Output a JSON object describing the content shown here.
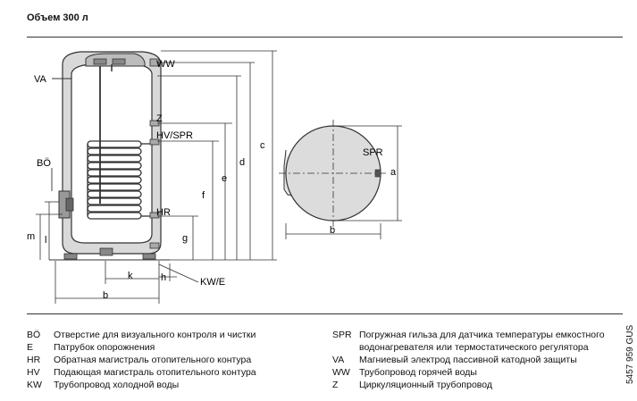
{
  "title": "Объем 300 л",
  "diagram_labels": {
    "va": "VA",
    "ww": "WW",
    "z": "Z",
    "hv_spr": "HV/SPR",
    "bo": "BÖ",
    "hr": "HR",
    "kw_e": "KW/E",
    "spr": "SPR",
    "dim_a": "a",
    "dim_b_side": "b",
    "dim_b_top": "b",
    "dim_c": "c",
    "dim_d": "d",
    "dim_e": "e",
    "dim_f": "f",
    "dim_g": "g",
    "dim_h": "h",
    "dim_k": "k",
    "dim_l": "l",
    "dim_m": "m"
  },
  "legend_left": [
    {
      "code": "BÖ",
      "desc": "Отверстие для визуального контроля и чистки"
    },
    {
      "code": "E",
      "desc": "Патрубок опорожнения"
    },
    {
      "code": "HR",
      "desc": "Обратная магистраль отопительного контура"
    },
    {
      "code": "HV",
      "desc": "Подающая магистраль отопительного контура"
    },
    {
      "code": "KW",
      "desc": "Трубопровод холодной воды"
    }
  ],
  "legend_right": [
    {
      "code": "SPR",
      "desc": "Погружная гильза для датчика температуры емкостного"
    },
    {
      "code": "",
      "desc": "водонагревателя или термостатического регулятора"
    },
    {
      "code": "VA",
      "desc": "Магниевый электрод пассивной катодной защиты"
    },
    {
      "code": "WW",
      "desc": "Трубопровод горячей воды"
    },
    {
      "code": "Z",
      "desc": "Циркуляционный трубопровод"
    }
  ],
  "doc_code": "5457 959 GUS"
}
